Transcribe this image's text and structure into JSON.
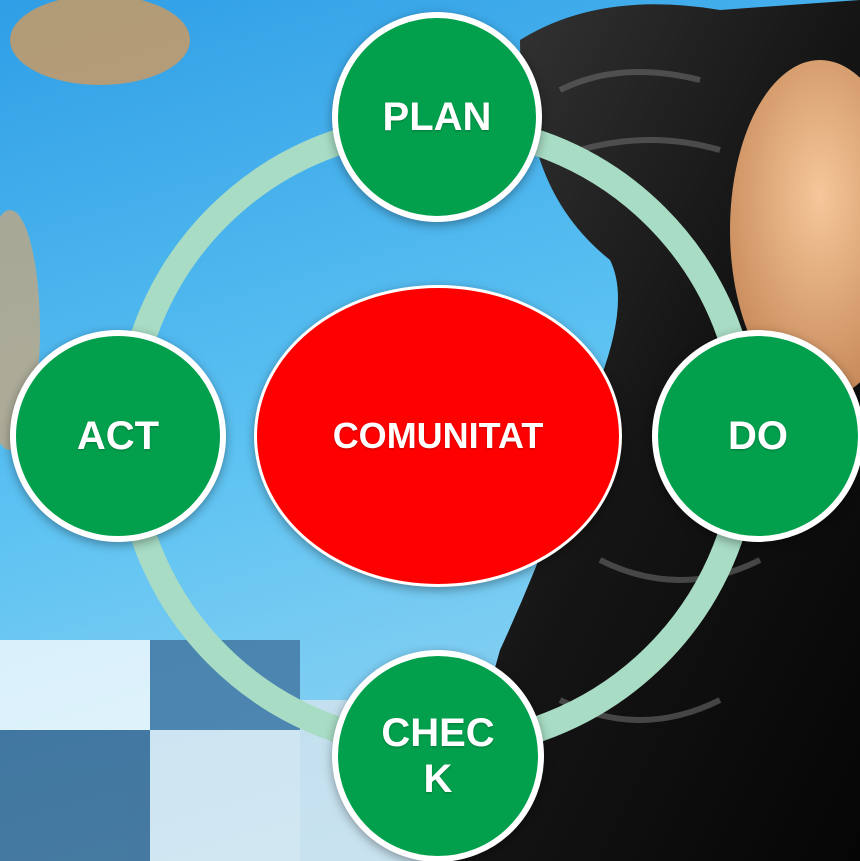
{
  "diagram": {
    "center_label": "COMUNITAT",
    "nodes": {
      "plan": "PLAN",
      "do": "DO",
      "check": "CHEC K",
      "act": "ACT"
    }
  },
  "colors": {
    "node_green": "#02a04c",
    "center_red": "#ff0000",
    "ring": "#a8dcc4",
    "sky": "#4fb6ee",
    "dark_object": "#161616"
  }
}
